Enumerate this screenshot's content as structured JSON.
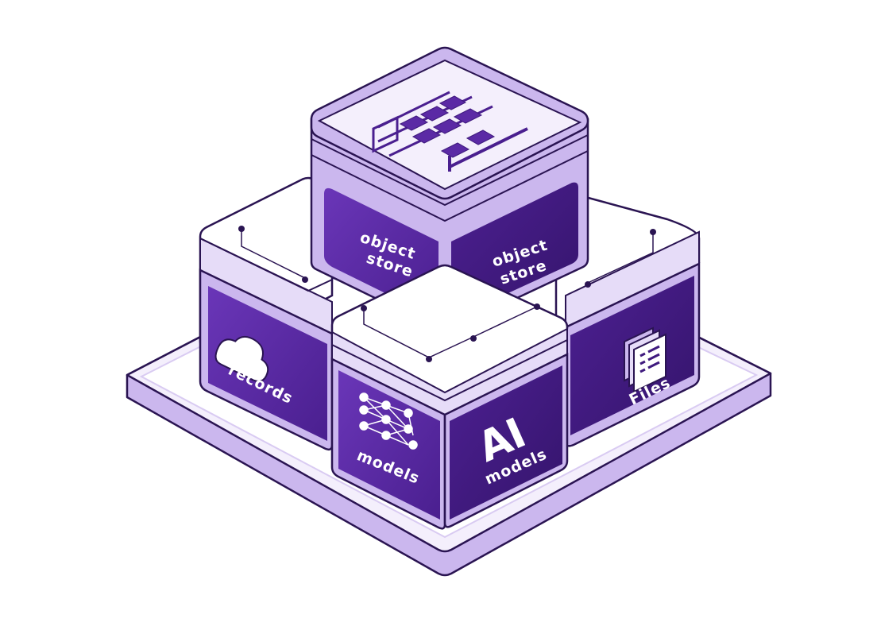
{
  "blocks": {
    "object_store": {
      "left_label": [
        "object",
        "store"
      ],
      "right_label": [
        "object",
        "store"
      ],
      "icon": "shelf-grid-icon"
    },
    "records": {
      "label": "records",
      "icon": "cloud-icon"
    },
    "files": {
      "label": "Files",
      "icon": "document-stack-icon"
    },
    "ai_models": {
      "left_label": "models",
      "right_title": "AI",
      "right_label": "models",
      "icon": "neural-network-icon"
    }
  },
  "colors": {
    "purple_dark": "#3f1a7e",
    "purple_mid": "#5b2aa5",
    "purple_light": "#7442c2",
    "lavender": "#cbb7ee",
    "lavender_light": "#e6dcf8",
    "outline": "#2a1452",
    "white": "#ffffff"
  }
}
